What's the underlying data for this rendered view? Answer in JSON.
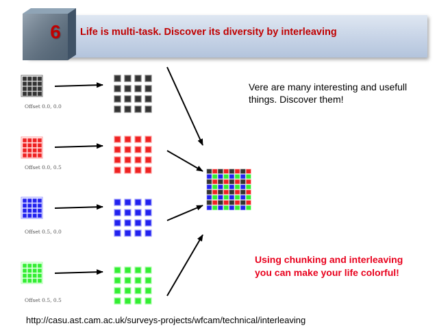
{
  "slide": {
    "number": "6",
    "title": "Life is multi-task. Discover its diversity by interleaving",
    "note": "Vere are many interesting and usefull things. Discover them!",
    "callout": "Using chunking and interleaving you can make your life colorful!",
    "source_url": "http://casu.ast.cam.ac.uk/surveys-projects/wfcam/technical/interleaving"
  },
  "colors": {
    "title_red": "#c00000",
    "callout_red": "#e8001c",
    "banner": "#c6d3e6",
    "cube": "#5f7488"
  },
  "grids": [
    {
      "name": "black",
      "offset_label": "Offset 0.0, 0.0",
      "fill": "#333333",
      "stroke": "#777777"
    },
    {
      "name": "red",
      "offset_label": "Offset 0.0, 0.5",
      "fill": "#ee2222",
      "stroke": "#ff9999"
    },
    {
      "name": "blue",
      "offset_label": "Offset 0.5, 0.0",
      "fill": "#2222ee",
      "stroke": "#9999ff"
    },
    {
      "name": "green",
      "offset_label": "Offset 0.5, 0.5",
      "fill": "#33ee33",
      "stroke": "#aaffaa"
    }
  ]
}
